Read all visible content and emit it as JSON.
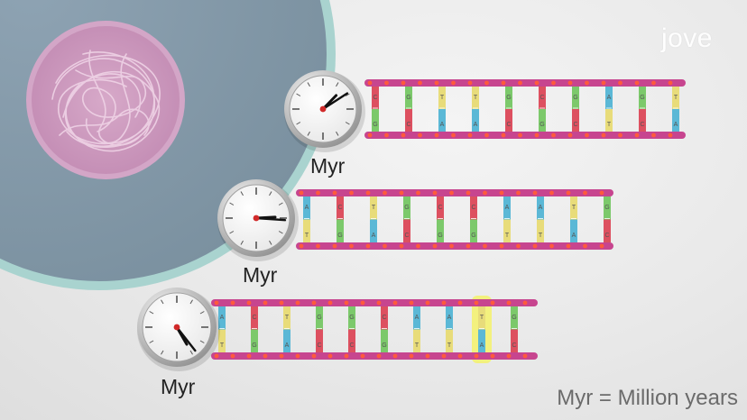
{
  "logo": {
    "text": "jove"
  },
  "clock_label": "Myr",
  "legend": {
    "text": "Myr = Million years"
  },
  "colors": {
    "backbone": "#c7458f",
    "phosphate": "#ff5a3c",
    "A": "#5bb8d6",
    "T": "#e8dc7a",
    "G": "#7cc96b",
    "C": "#dd5060",
    "highlight": "#f5f35a"
  },
  "strands": [
    {
      "name": "dna-strand-1",
      "top_bases": [
        "C",
        "G",
        "T",
        "T",
        "G",
        "C",
        "G",
        "A",
        "G",
        "T"
      ],
      "bottom_bases": [
        "G",
        "C",
        "A",
        "A",
        "C",
        "G",
        "C",
        "T",
        "C",
        "A"
      ],
      "highlight_index": -1
    },
    {
      "name": "dna-strand-2",
      "top_bases": [
        "A",
        "C",
        "T",
        "G",
        "C",
        "C",
        "A",
        "A",
        "T",
        "G"
      ],
      "bottom_bases": [
        "T",
        "G",
        "A",
        "C",
        "G",
        "G",
        "T",
        "T",
        "A",
        "C"
      ],
      "highlight_index": -1
    },
    {
      "name": "dna-strand-3",
      "top_bases": [
        "A",
        "C",
        "T",
        "G",
        "G",
        "C",
        "A",
        "A",
        "T",
        "G"
      ],
      "bottom_bases": [
        "T",
        "G",
        "A",
        "C",
        "C",
        "G",
        "T",
        "T",
        "A",
        "C"
      ],
      "highlight_index": 8
    }
  ],
  "clocks": [
    {
      "name": "clock-1",
      "hour_angle": 44,
      "minute_angle": 57
    },
    {
      "name": "clock-2",
      "hour_angle": 87,
      "minute_angle": 94
    },
    {
      "name": "clock-3",
      "hour_angle": 150,
      "minute_angle": 142
    }
  ]
}
